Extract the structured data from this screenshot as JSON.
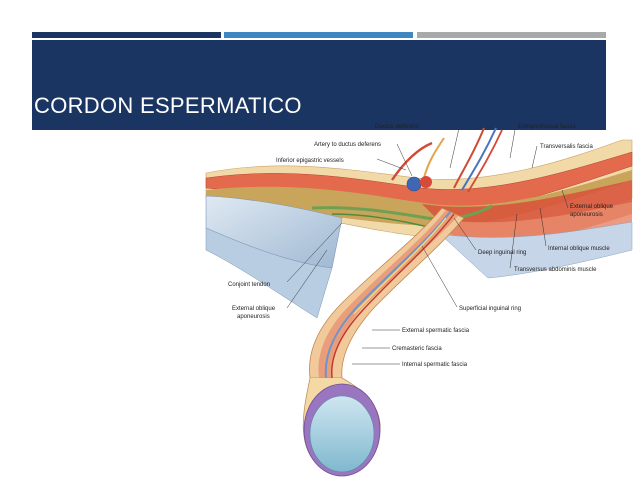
{
  "slide": {
    "title": "CORDON ESPERMATICO",
    "colors": {
      "header_bg": "#1b3563",
      "bar_1": "#1b3563",
      "bar_2": "#3f87c1",
      "bar_3": "#a7a9ab"
    }
  },
  "diagram": {
    "labels": {
      "ductus_deferens": "Ductus deferens",
      "artery_to_ductus": "Artery to ductus deferens",
      "inferior_epigastric": "Inferior epigastric vessels",
      "extraperitoneal_fascia": "Extraperitoneal fascia",
      "transversalis_fascia": "Transversalis fascia",
      "external_oblique_aponeurosis_right_1": "External oblique",
      "external_oblique_aponeurosis_right_2": "aponeurosis",
      "internal_oblique_muscle": "Internal oblique muscle",
      "transversus_abdominis": "Transversus abdominis muscle",
      "deep_inguinal_ring": "Deep inguinal ring",
      "superficial_inguinal_ring": "Superficial inguinal ring",
      "conjoint_tendon": "Conjoint tendon",
      "external_oblique_aponeurosis_left_1": "External oblique",
      "external_oblique_aponeurosis_left_2": "aponeurosis",
      "external_spermatic_fascia": "External spermatic fascia",
      "cremasteric_fascia": "Cremasteric fascia",
      "internal_spermatic_fascia": "Internal spermatic fascia"
    }
  }
}
